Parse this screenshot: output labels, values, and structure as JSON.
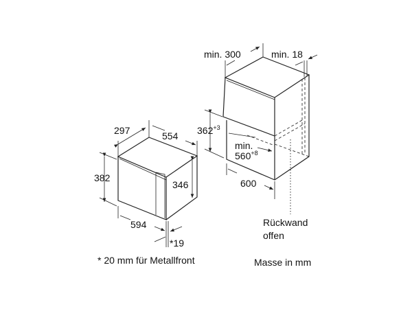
{
  "appliance": {
    "depth": "297",
    "width_top": "554",
    "height": "382",
    "inner_height": "346",
    "front_width": "594",
    "door_offset": "*19"
  },
  "niche": {
    "depth_min": "min. 300",
    "wall_min": "min. 18",
    "height": "362",
    "height_tol": "+3",
    "width_min_label": "min.",
    "width_min": "560",
    "width_tol": "+8",
    "cabinet_width": "600",
    "rear_wall": "Rückwand",
    "rear_wall_2": "offen"
  },
  "footnotes": {
    "metal_front": "* 20 mm für Metallfront",
    "units": "Masse in mm"
  }
}
